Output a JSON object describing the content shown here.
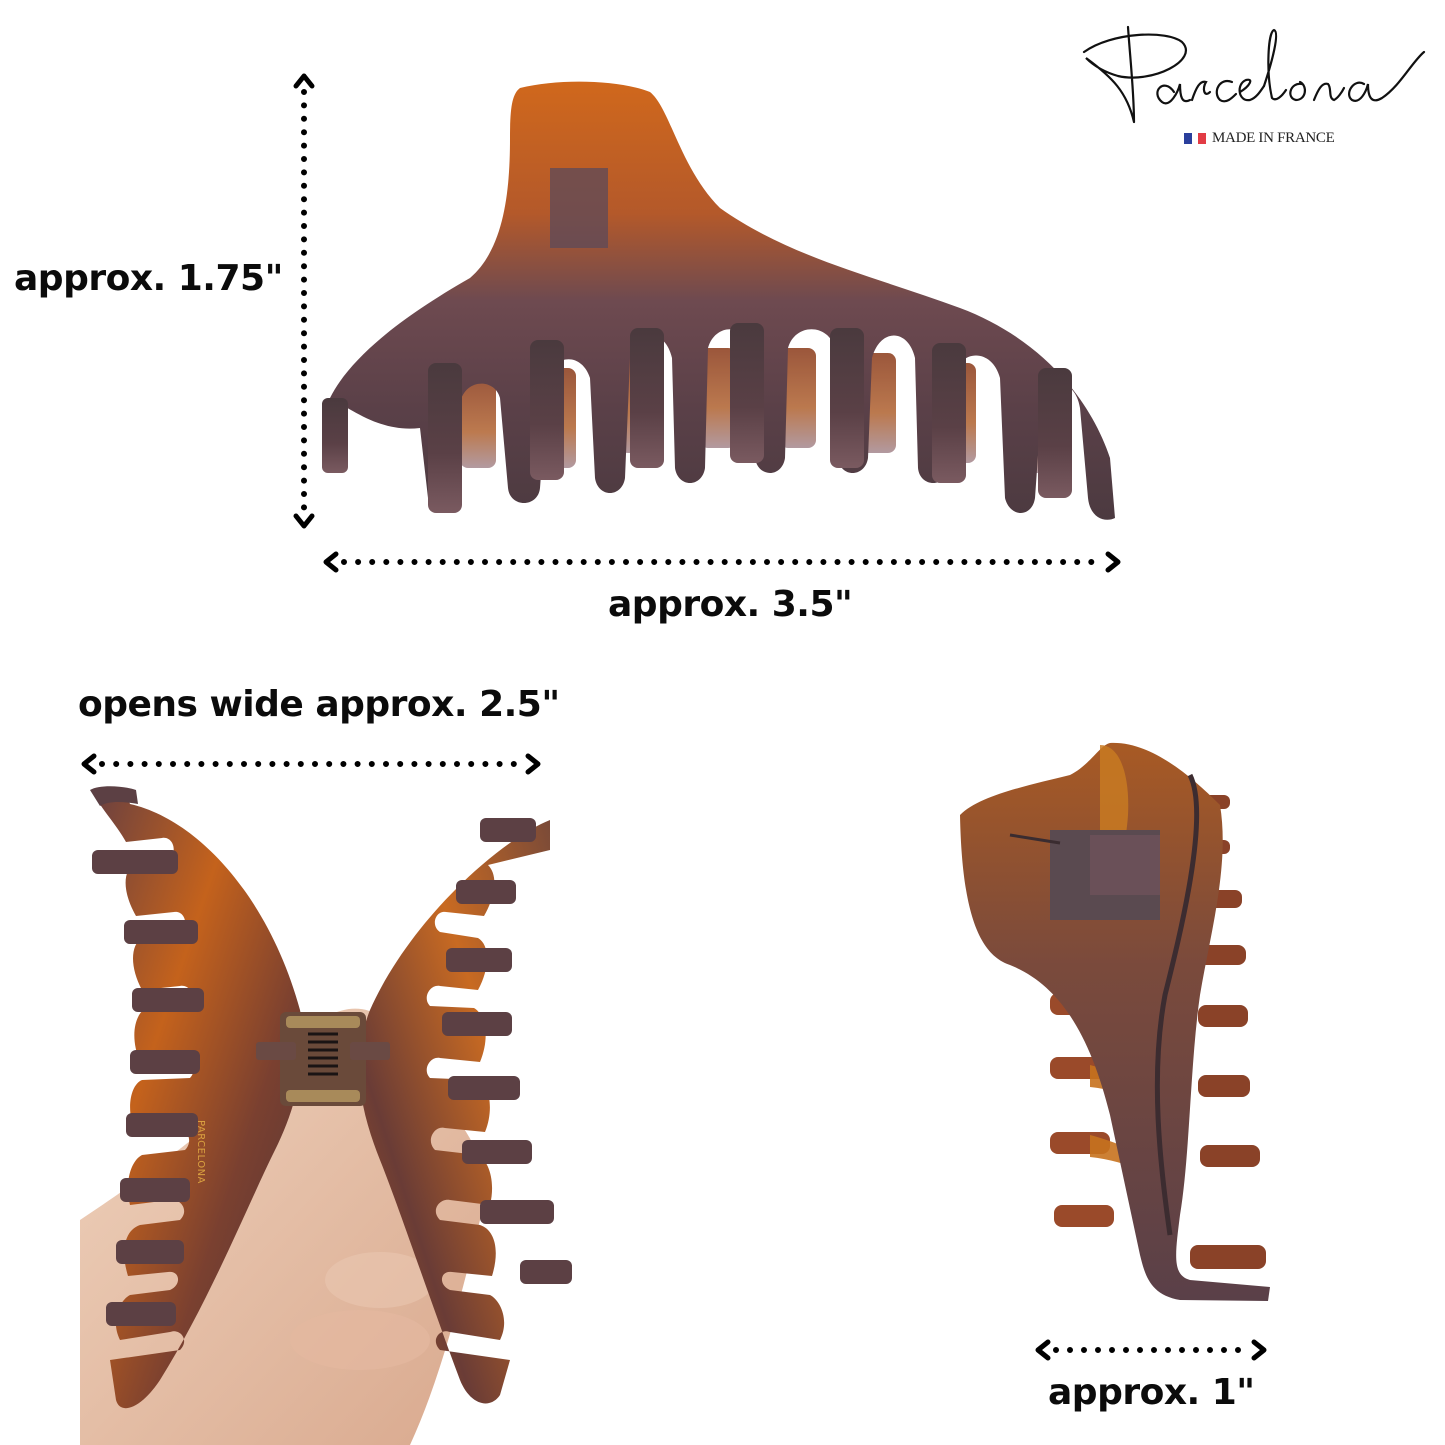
{
  "brand": {
    "name": "Parcelona",
    "tagline": "MADE IN FRANCE",
    "flag_colors": [
      "#2a3f9c",
      "#e23c45"
    ]
  },
  "dimensions": {
    "height_label": "approx. 1.75\"",
    "width_label": "approx. 3.5\"",
    "opens_label": "opens wide approx. 2.5\"",
    "depth_label": "approx. 1\""
  },
  "product": {
    "engraving": "PARCELONA",
    "colors": {
      "amber": "#c9621a",
      "tortoise_dark": "#5a4048",
      "tortoise_mid": "#8a4a28",
      "skin": "#e8c4ac"
    },
    "views": [
      "front-closed",
      "open-in-hand",
      "side-profile"
    ]
  }
}
